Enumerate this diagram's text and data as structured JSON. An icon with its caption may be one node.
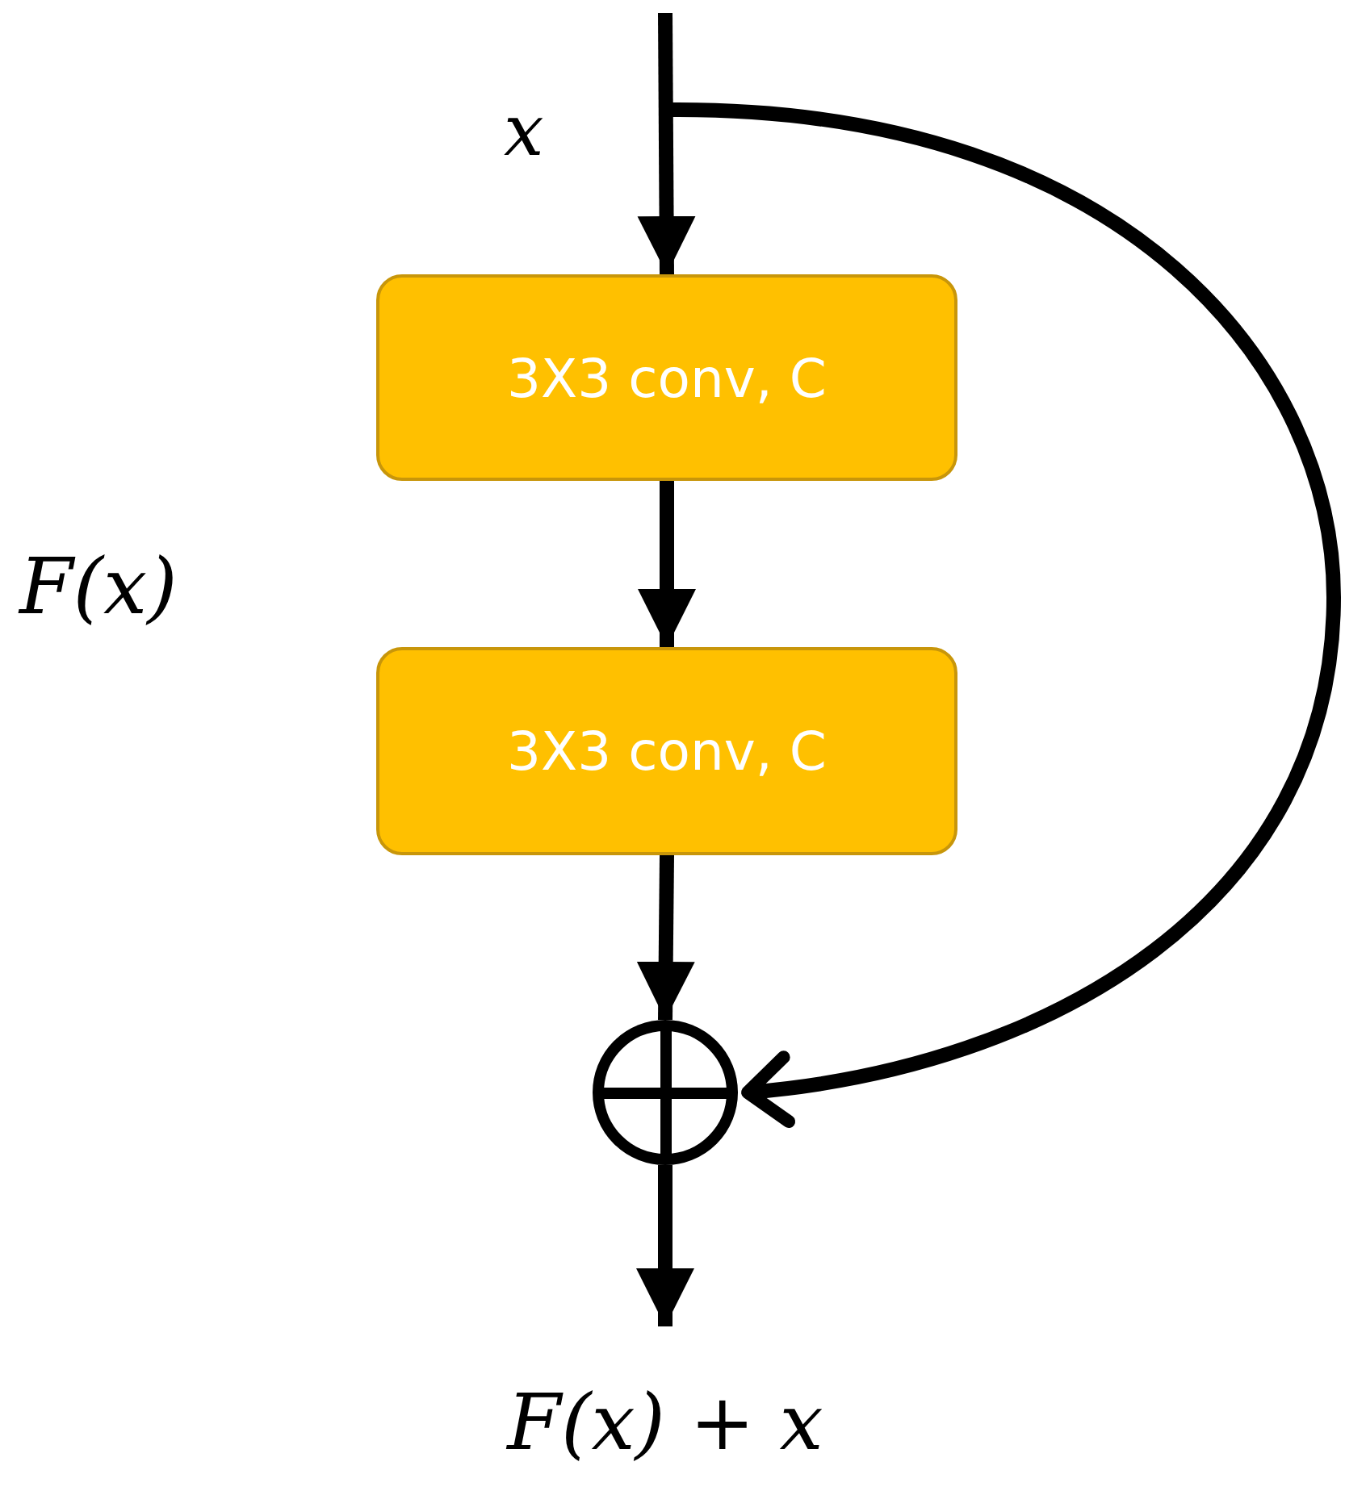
{
  "diagram": {
    "nodes": [
      {
        "text": [
          "3X3 conv, C"
        ]
      },
      {
        "text": [
          "3X3 conv, C"
        ]
      },
      {
        "text": [],
        "shape": "circle"
      },
      {
        "text": [
          "F(x) + x"
        ]
      }
    ],
    "edges": [
      {
        "from": null,
        "to": 0,
        "arrow": "to"
      },
      {
        "from": 0,
        "to": 1,
        "arrow": "to"
      },
      {
        "from": 1,
        "to": 2,
        "arrow": "to"
      },
      {
        "from": null,
        "to": 2,
        "arrow": "to"
      },
      {
        "from": 2,
        "to": 3,
        "arrow": "to"
      }
    ],
    "labels": [
      "x",
      "F(x)"
    ]
  }
}
